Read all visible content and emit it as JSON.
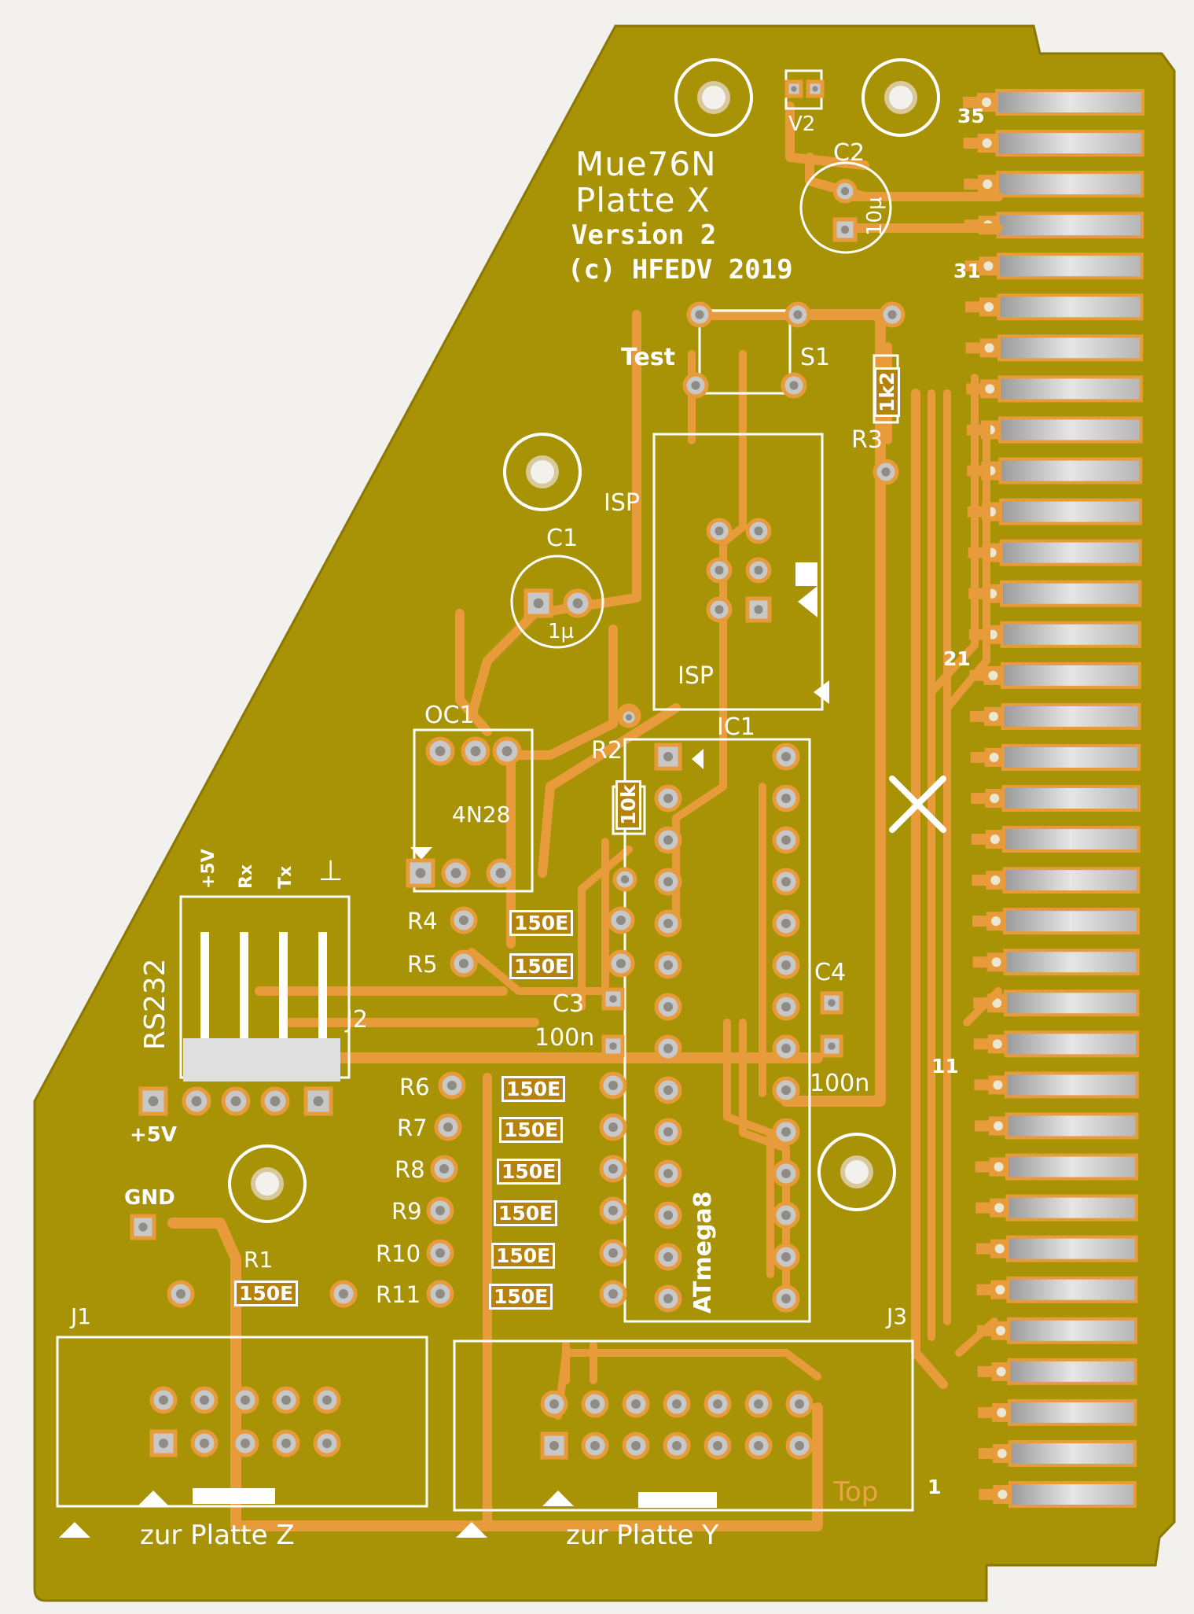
{
  "board": {
    "title_line1": "Mue76N",
    "title_line2": "Platte X",
    "version": "Version 2",
    "copyright": "(c) HFEDV 2019"
  },
  "silkscreen": {
    "test": "Test",
    "s1": "S1",
    "isp_top": "ISP",
    "isp_bottom": "ISP",
    "ic1": "IC1",
    "atmega": "ATmega8",
    "oc1": "OC1",
    "opto": "4N28",
    "rs232": "RS232",
    "pin_5v": "+5V",
    "pin_rx": "Rx",
    "pin_tx": "Tx",
    "pin_gnd_sym": "⊥",
    "j2": "J2",
    "j1": "J1",
    "j3": "J3",
    "plus5v": "+5V",
    "gnd": "GND",
    "v2": "V2",
    "c1": "C1",
    "c1_val": "1µ",
    "c2": "C2",
    "c2_val": "10µ",
    "c3": "C3",
    "c3_val": "100n",
    "c4": "C4",
    "c4_val": "100n",
    "r2": "R2",
    "r2_val": "10k",
    "r3": "R3",
    "r3_val": "1k2",
    "r1": "R1",
    "top": "Top",
    "to_z": "zur Platte Z",
    "to_y": "zur Platte Y"
  },
  "resistors": [
    {
      "ref": "R4",
      "value": "150E"
    },
    {
      "ref": "R5",
      "value": "150E"
    },
    {
      "ref": "R6",
      "value": "150E"
    },
    {
      "ref": "R7",
      "value": "150E"
    },
    {
      "ref": "R8",
      "value": "150E"
    },
    {
      "ref": "R9",
      "value": "150E"
    },
    {
      "ref": "R10",
      "value": "150E"
    },
    {
      "ref": "R11",
      "value": "150E"
    }
  ],
  "r1_value": "150E",
  "edge_pin_numbers": {
    "p35": "35",
    "p31": "31",
    "p21": "21",
    "p11": "11",
    "p1": "1"
  },
  "colors": {
    "background": "#f2f1ee",
    "substrate": "#a89306",
    "copper": "#e89b3a",
    "silk": "#ffffff",
    "gold_finger": "#c9c9c9",
    "pad": "#c8c8c8"
  }
}
